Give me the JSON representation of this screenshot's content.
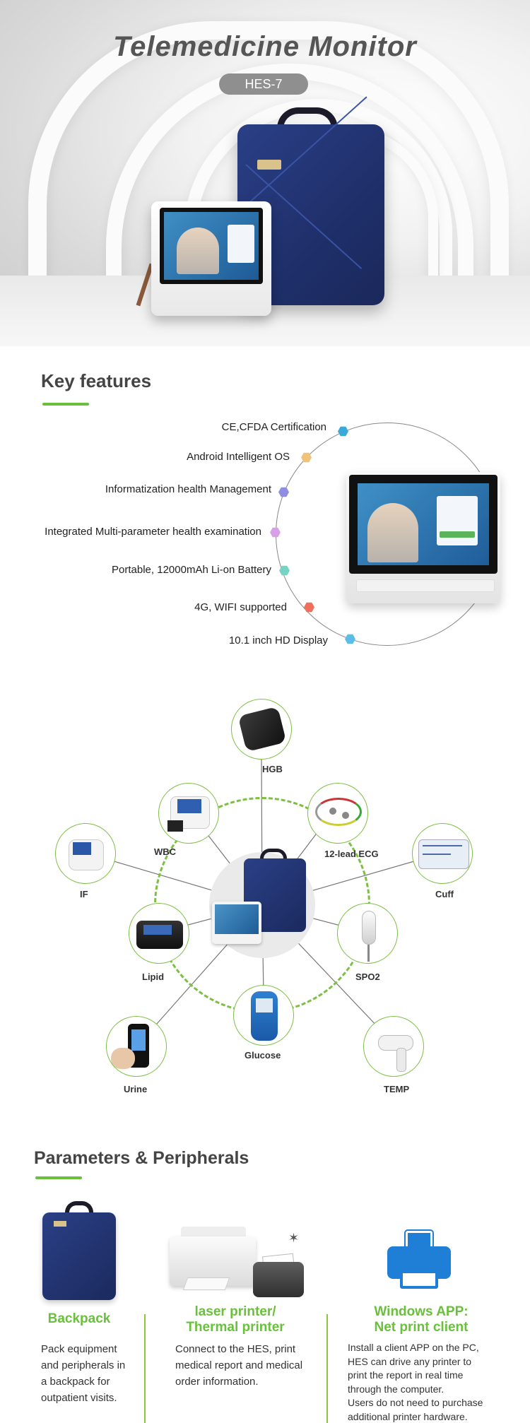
{
  "hero": {
    "title": "Telemedicine Monitor",
    "model": "HES-7"
  },
  "key_features": {
    "heading": "Key features",
    "items": [
      {
        "label": "CE,CFDA Certification",
        "color": "#3aa8d8"
      },
      {
        "label": "Android Intelligent OS",
        "color": "#f2c27a"
      },
      {
        "label": "Informatization health Management",
        "color": "#8f8ee0"
      },
      {
        "label": "Integrated Multi-parameter health examination",
        "color": "#d8a0e6"
      },
      {
        "label": "Portable, 12000mAh Li-on Battery",
        "color": "#77d3c3"
      },
      {
        "label": "4G, WIFI supported",
        "color": "#f06e5a"
      },
      {
        "label": "10.1 inch HD Display",
        "color": "#5bbde6"
      }
    ]
  },
  "peripherals_diagram": {
    "items": [
      "HGB",
      "WBC",
      "12-lead ECG",
      "IF",
      "Cuff",
      "Lipid",
      "SPO2",
      "Glucose",
      "Urine",
      "TEMP"
    ]
  },
  "params": {
    "heading": "Parameters & Peripherals",
    "columns": [
      {
        "title": "Backpack",
        "text": [
          "Pack equipment",
          "and peripherals in",
          "a backpack for",
          "outpatient visits."
        ]
      },
      {
        "title": [
          "laser printer/",
          "Thermal printer"
        ],
        "text": [
          "Connect to the HES, print",
          "medical report and medical",
          "order information."
        ]
      },
      {
        "title": [
          "Windows APP:",
          "Net print client"
        ],
        "text": [
          "Install a client APP on the PC,",
          "HES can drive any printer to",
          "print the report in real time",
          "through the computer.",
          "Users do not need to purchase",
          "additional printer hardware."
        ]
      }
    ]
  },
  "colors": {
    "accent_green": "#6abf3c",
    "bag_blue": "#1f2f6a",
    "printer_blue": "#1f7fd6"
  }
}
